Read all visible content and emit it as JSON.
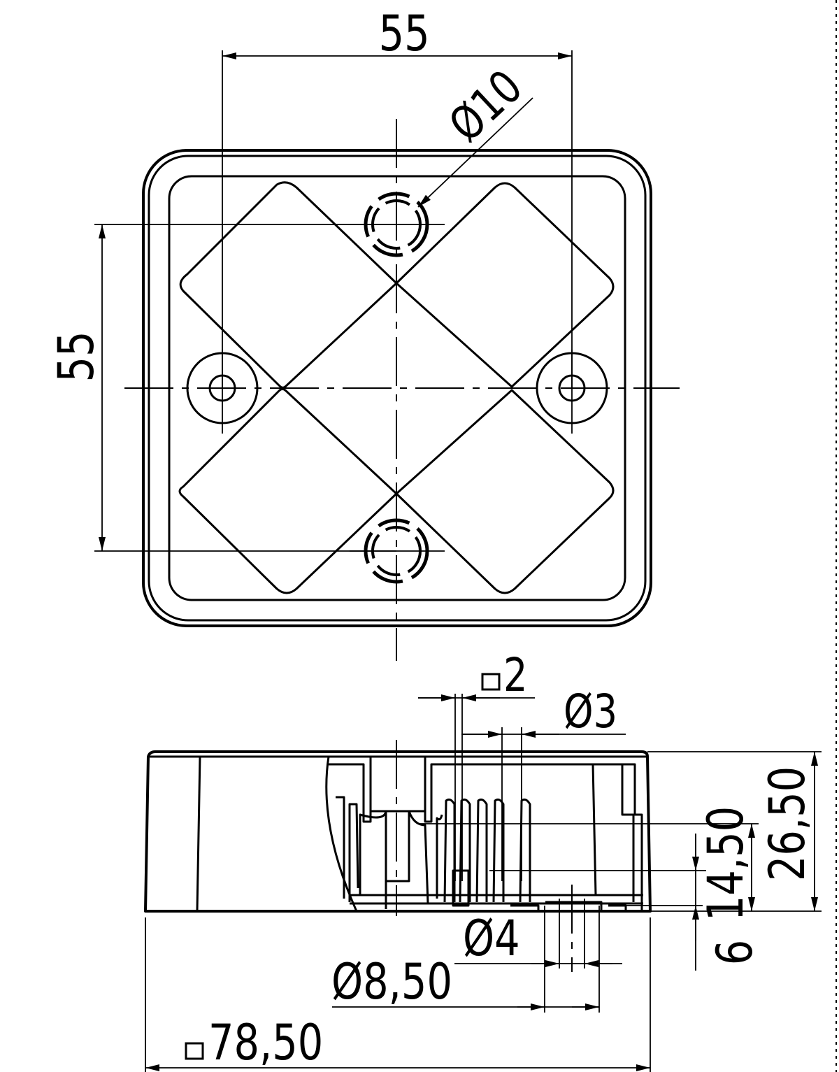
{
  "top_view": {
    "width_dim": "55",
    "height_dim": "55",
    "hole_dim": "Ø10"
  },
  "side_view": {
    "square_dim": "2",
    "pin_dim": "Ø3",
    "overall_height": "26,50",
    "mid_height": "14,50",
    "base_height": "6",
    "small_bore": "Ø4",
    "large_bore": "Ø8,50",
    "overall_width": "78,50"
  }
}
